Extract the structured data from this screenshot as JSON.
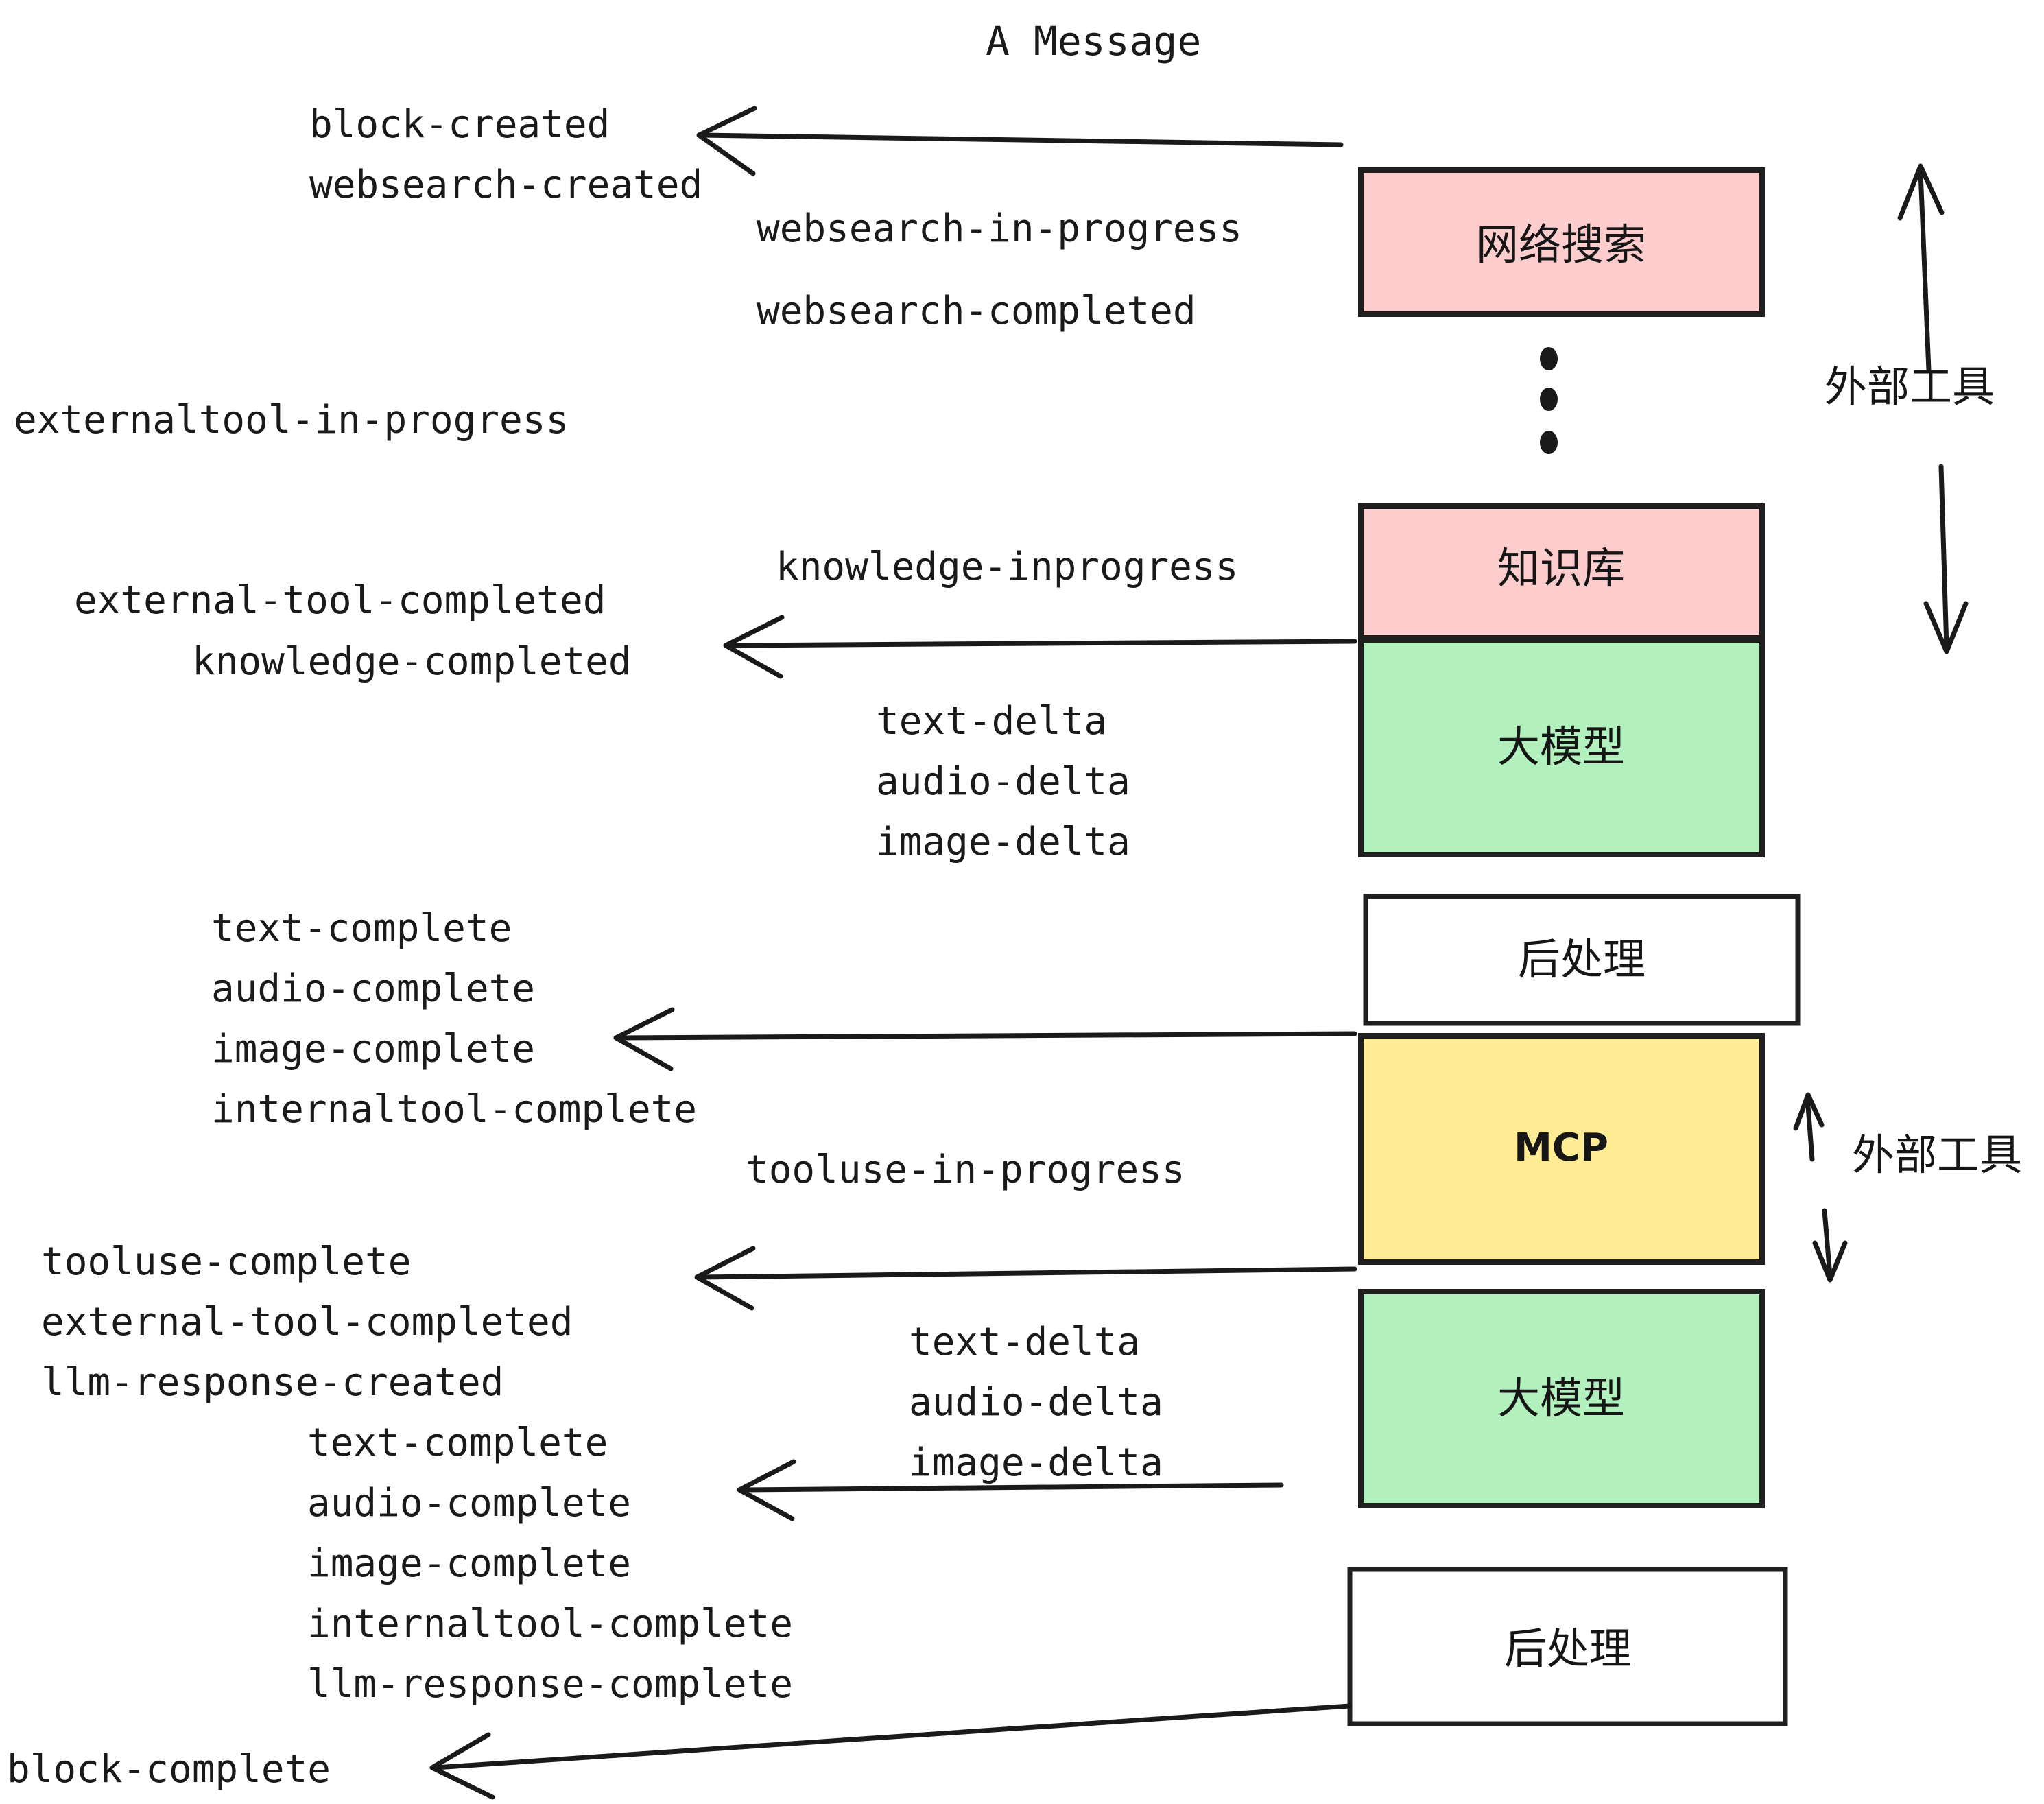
{
  "title": "A Message",
  "colors": {
    "pink": "#fdcccc",
    "green": "#b2f0bd",
    "yellow": "#ffec94",
    "white": "#ffffff",
    "stroke": "#1f1f1f",
    "text": "#1a1a1a"
  },
  "boxes": [
    {
      "id": "websearch",
      "label": "网络搜索",
      "fill": "#fdcccc",
      "kind": "pink"
    },
    {
      "id": "knowledge",
      "label": "知识库",
      "fill": "#fdcccc",
      "kind": "pink"
    },
    {
      "id": "llm-1",
      "label": "大模型",
      "fill": "#b2f0bd",
      "kind": "green"
    },
    {
      "id": "postprocess-1",
      "label": "后处理",
      "fill": "#ffffff",
      "kind": "plain"
    },
    {
      "id": "mcp",
      "label": "MCP",
      "fill": "#ffec94",
      "kind": "yellow"
    },
    {
      "id": "llm-2",
      "label": "大模型",
      "fill": "#b2f0bd",
      "kind": "green"
    },
    {
      "id": "postprocess-2",
      "label": "后处理",
      "fill": "#ffffff",
      "kind": "plain"
    }
  ],
  "side_labels": {
    "external_tools_top": "外部工具",
    "external_tools_bottom": "外部工具"
  },
  "events": {
    "block_created": "block-created",
    "websearch_created": "websearch-created",
    "websearch_in_progress": "websearch-in-progress",
    "websearch_completed": "websearch-completed",
    "externaltool_in_progress": "externaltool-in-progress",
    "knowledge_inprogress": "knowledge-inprogress",
    "external_tool_completed_1": "external-tool-completed",
    "knowledge_completed": "knowledge-completed",
    "text_delta_1": "text-delta",
    "audio_delta_1": "audio-delta",
    "image_delta_1": "image-delta",
    "text_complete_1": "text-complete",
    "audio_complete_1": "audio-complete",
    "image_complete_1": "image-complete",
    "internaltool_complete_1": "internaltool-complete",
    "tooluse_in_progress": "tooluse-in-progress",
    "tooluse_complete": "tooluse-complete",
    "external_tool_completed_2": "external-tool-completed",
    "llm_response_created": "llm-response-created",
    "text_delta_2": "text-delta",
    "audio_delta_2": "audio-delta",
    "image_delta_2": "image-delta",
    "text_complete_2": "text-complete",
    "audio_complete_2": "audio-complete",
    "image_complete_2": "image-complete",
    "internaltool_complete_2": "internaltool-complete",
    "llm_response_complete": "llm-response-complete",
    "block_complete": "block-complete"
  }
}
